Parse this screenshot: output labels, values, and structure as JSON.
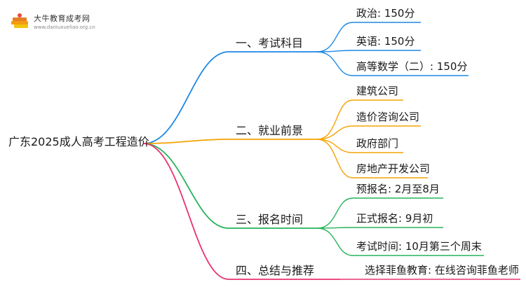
{
  "logo": {
    "name": "大牛教育成考网",
    "url": "www.daniuxueliao.org.cn"
  },
  "mindmap": {
    "root": "广东2025成人高考工程造价",
    "branches": [
      {
        "label": "一、考试科目",
        "color": "#1e88e5",
        "leaves": [
          "政治: 150分",
          "英语: 150分",
          "高等数学（二）: 150分"
        ]
      },
      {
        "label": "二、就业前景",
        "color": "#f5a300",
        "leaves": [
          "建筑公司",
          "造价咨询公司",
          "政府部门",
          "房地产开发公司"
        ]
      },
      {
        "label": "三、报名时间",
        "color": "#26b35a",
        "leaves": [
          "预报名: 2月至8月",
          "正式报名: 9月初",
          "考试时间: 10月第三个周末"
        ]
      },
      {
        "label": "四、总结与推荐",
        "color": "#e8336e",
        "leaves": [
          "选择菲鱼教育: 在线咨询菲鱼老师"
        ]
      }
    ]
  }
}
